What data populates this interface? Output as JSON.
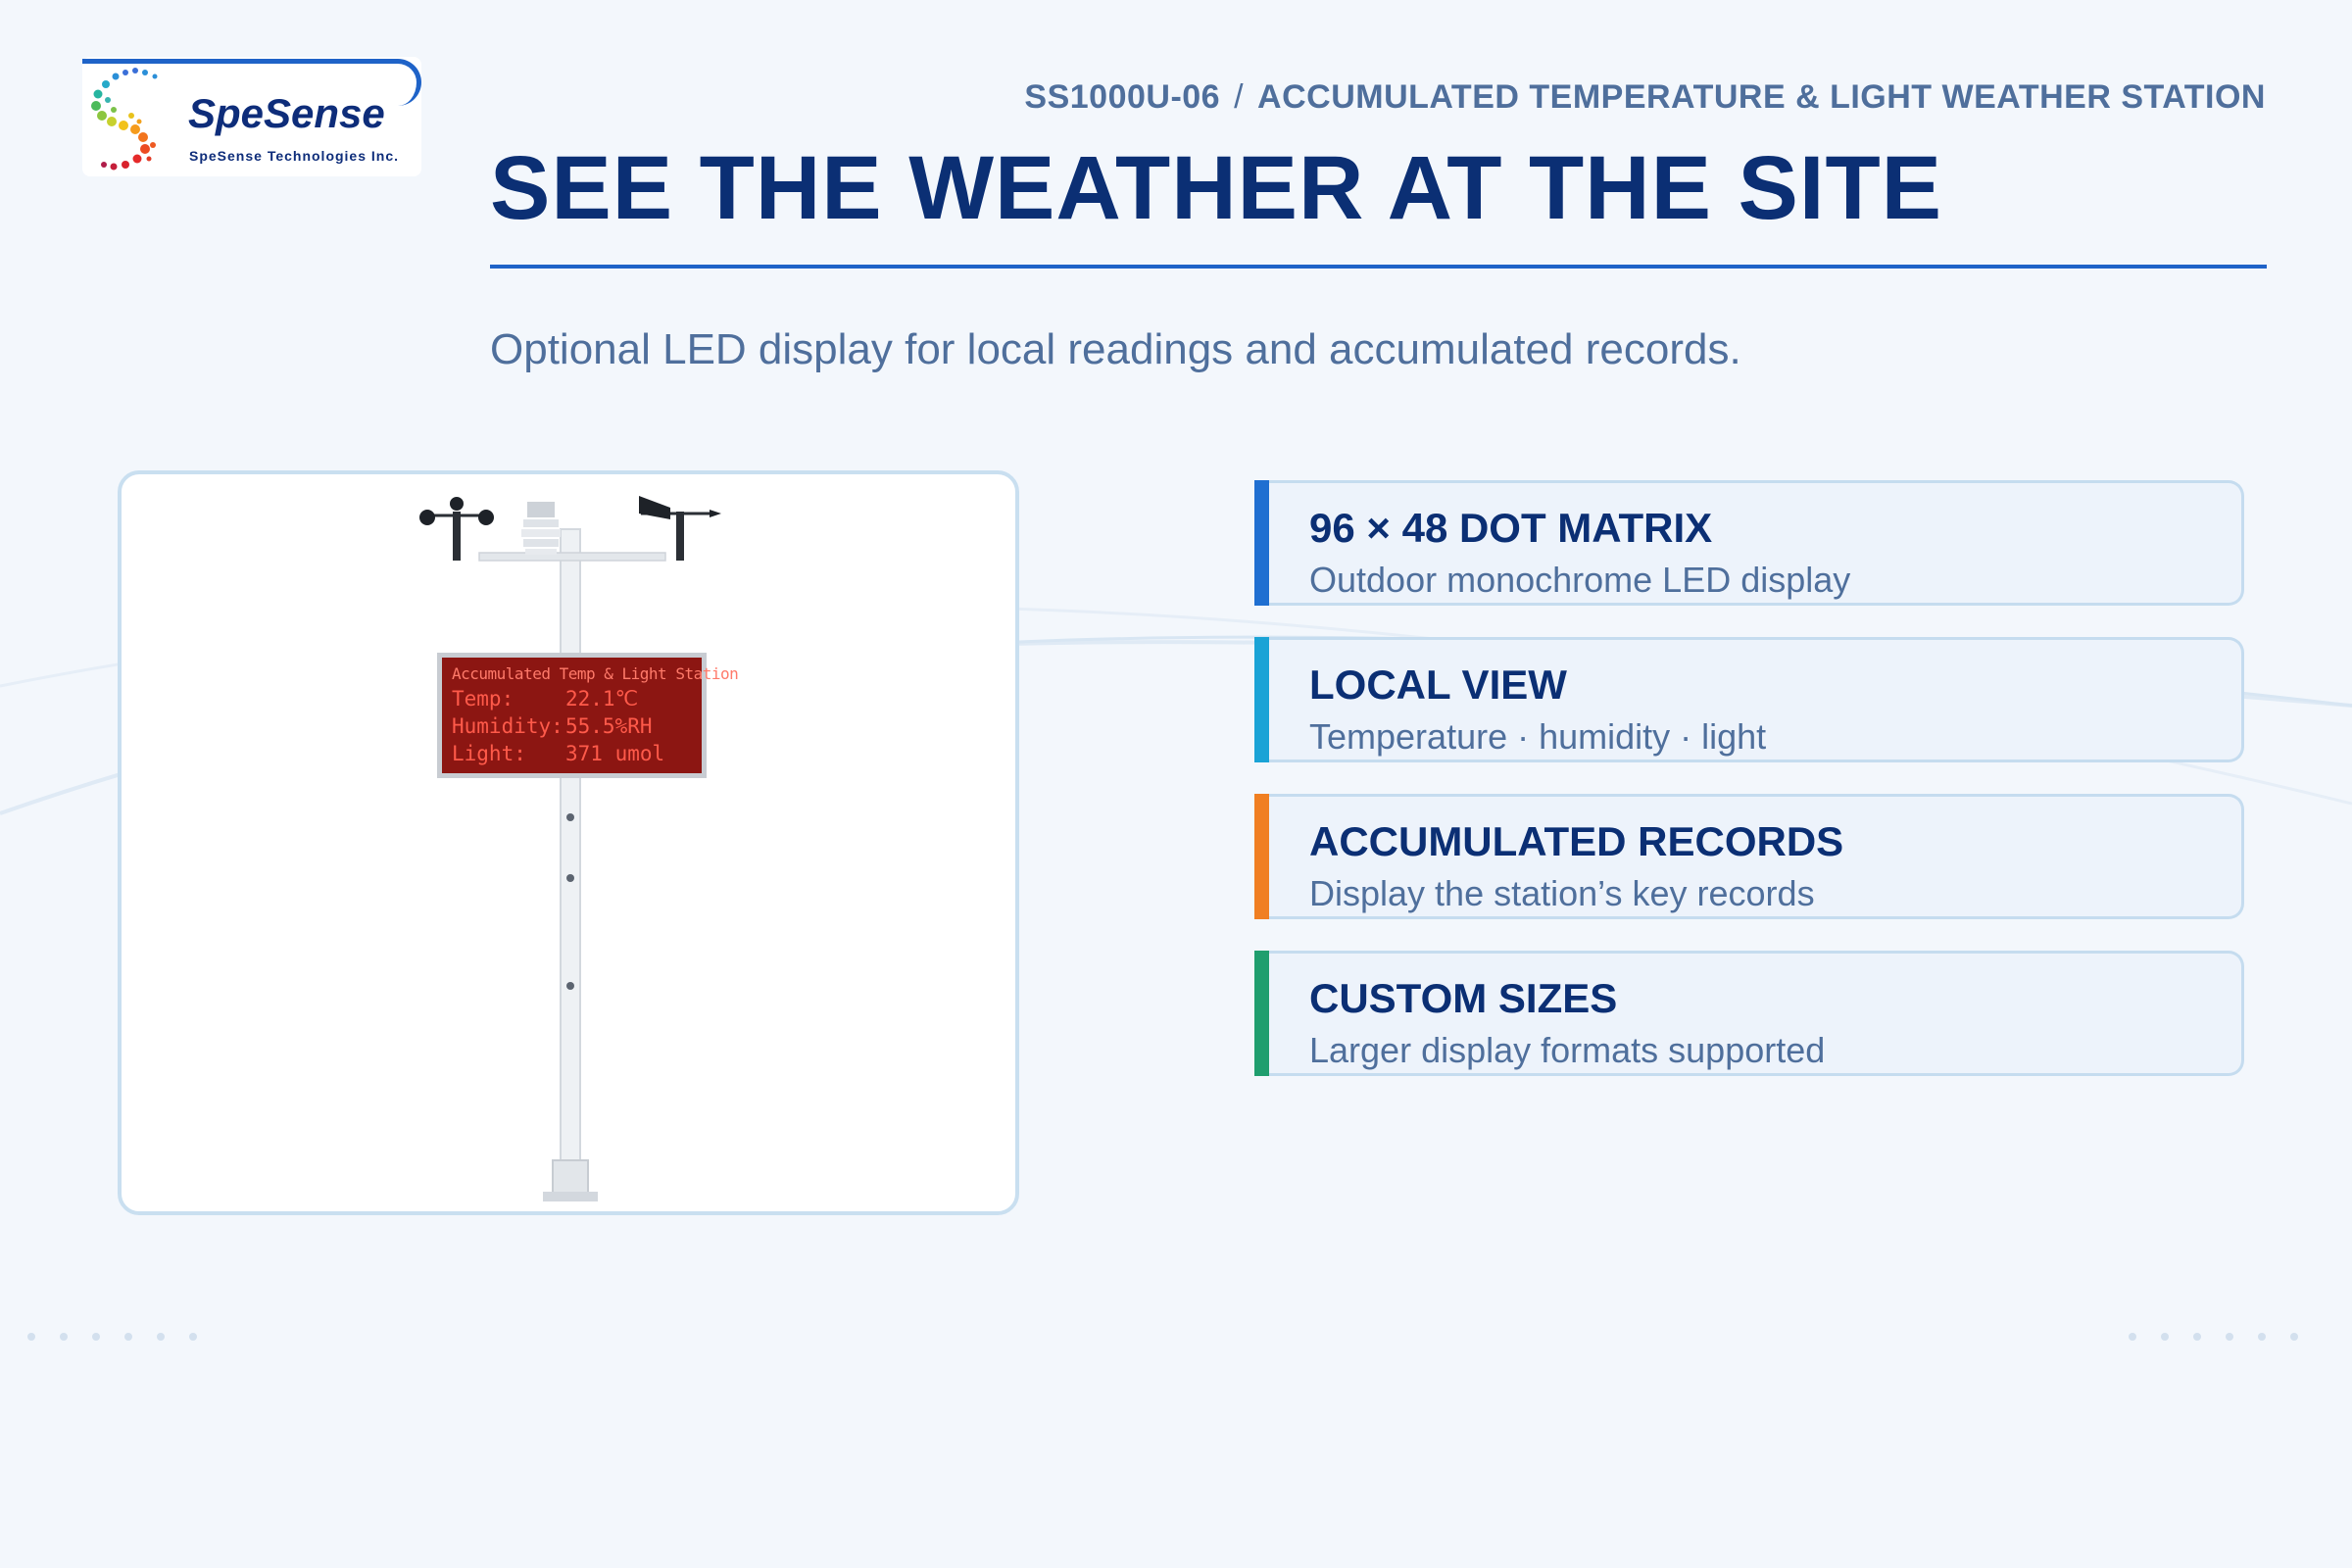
{
  "logo": {
    "name": "SpeSense",
    "subtitle": "SpeSense Technologies Inc."
  },
  "header": {
    "model": "SS1000U-06",
    "separator": "/",
    "product": "ACCUMULATED TEMPERATURE & LIGHT WEATHER STATION",
    "title": "SEE THE WEATHER AT THE SITE",
    "subtitle": "Optional LED display for local readings and accumulated records."
  },
  "led_display": {
    "title": "Accumulated Temp & Light Station",
    "rows": [
      {
        "label": "Temp:",
        "value": "22.1℃"
      },
      {
        "label": "Humidity:",
        "value": "55.5%RH"
      },
      {
        "label": "Light:",
        "value": "371 umol"
      }
    ]
  },
  "features": [
    {
      "title": "96 × 48 DOT MATRIX",
      "description": "Outdoor monochrome LED display",
      "accent": "#1f6fd1"
    },
    {
      "title": "LOCAL VIEW",
      "description": "Temperature · humidity · light",
      "accent": "#1aa3d6"
    },
    {
      "title": "ACCUMULATED RECORDS",
      "description": "Display the station’s key records",
      "accent": "#f07f22"
    },
    {
      "title": "CUSTOM SIZES",
      "description": "Larger display formats supported",
      "accent": "#1f9e6e"
    }
  ],
  "colors": {
    "primary": "#0b2f74",
    "accent_blue": "#1f63c8",
    "muted_text": "#4f6f9c",
    "background": "#f3f7fc"
  }
}
